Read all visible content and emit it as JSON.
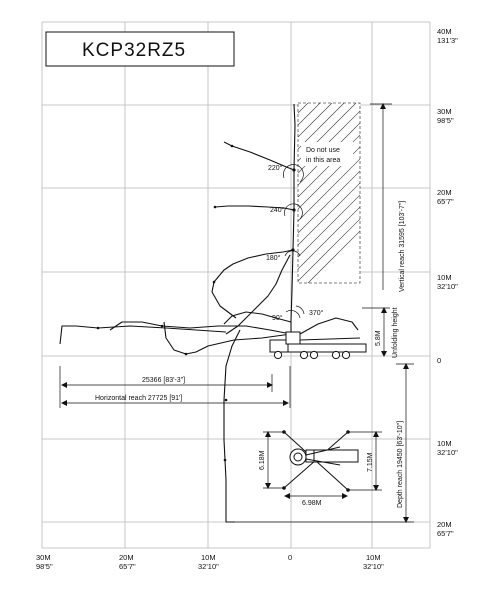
{
  "title": "KCP32RZ5",
  "restricted_zone": {
    "line1": "Do not use",
    "line2": "in this area"
  },
  "x_axis_labels": [
    {
      "id": "30m-left",
      "line1": "30M",
      "line2": "98'5\""
    },
    {
      "id": "20m-left",
      "line1": "20M",
      "line2": "65'7\""
    },
    {
      "id": "10m-left",
      "line1": "10M",
      "line2": "32'10\""
    },
    {
      "id": "zero",
      "line1": "0",
      "line2": ""
    },
    {
      "id": "10m-right",
      "line1": "10M",
      "line2": "32'10\""
    }
  ],
  "y_axis_labels": [
    {
      "id": "40m-up",
      "line1": "40M",
      "line2": "131'3\""
    },
    {
      "id": "30m-up",
      "line1": "30M",
      "line2": "98'5\""
    },
    {
      "id": "20m-up",
      "line1": "20M",
      "line2": "65'7\""
    },
    {
      "id": "10m-up",
      "line1": "10M",
      "line2": "32'10\""
    },
    {
      "id": "zero",
      "line1": "0",
      "line2": ""
    },
    {
      "id": "10m-down",
      "line1": "10M",
      "line2": "32'10\""
    },
    {
      "id": "20m-down",
      "line1": "20M",
      "line2": "65'7\""
    }
  ],
  "angles": {
    "a220": "220°",
    "a240": "240°",
    "a180": "180°",
    "a90": "90°",
    "a370": "370°"
  },
  "dimensions": {
    "reach_25366": "25366 [83'-3\"]",
    "horizontal_reach": "Horizontal reach 27725 [91']",
    "vertical_reach": "Vertical reach 31595 [103'-7\"]",
    "depth_reach": "Depth reach 19450 [63'-10\"]",
    "unfolding_height_value": "5.8M",
    "unfolding_height_label": "Unfolding height",
    "outrigger_front": "6.18M",
    "outrigger_rear": "7.15M",
    "outrigger_width": "6.98M"
  }
}
